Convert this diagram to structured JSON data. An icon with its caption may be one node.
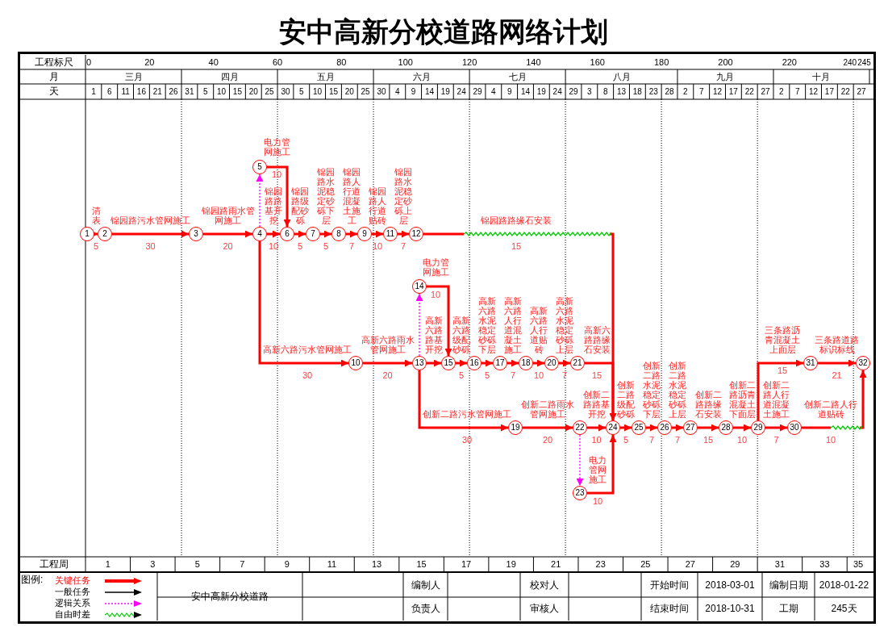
{
  "diagram": {
    "title": "安中高新分校道路网络计划",
    "nodes": [
      {
        "text": [
          "1"
        ]
      },
      {
        "text": [
          "2"
        ]
      },
      {
        "text": [
          "3"
        ]
      },
      {
        "text": [
          "4"
        ]
      },
      {
        "text": [
          "5"
        ]
      },
      {
        "text": [
          "6"
        ]
      },
      {
        "text": [
          "7"
        ]
      },
      {
        "text": [
          "8"
        ]
      },
      {
        "text": [
          "9"
        ]
      },
      {
        "text": [
          "10"
        ]
      },
      {
        "text": [
          "11"
        ]
      },
      {
        "text": [
          "12"
        ]
      },
      {
        "text": [
          "13"
        ]
      },
      {
        "text": [
          "14"
        ]
      },
      {
        "text": [
          "15"
        ]
      },
      {
        "text": [
          "16"
        ]
      },
      {
        "text": [
          "17"
        ]
      },
      {
        "text": [
          "18"
        ]
      },
      {
        "text": [
          "19"
        ]
      },
      {
        "text": [
          "20"
        ]
      },
      {
        "text": [
          "21"
        ]
      },
      {
        "text": [
          "22"
        ]
      },
      {
        "text": [
          "23"
        ]
      },
      {
        "text": [
          "24"
        ]
      },
      {
        "text": [
          "25"
        ]
      },
      {
        "text": [
          "26"
        ]
      },
      {
        "text": [
          "27"
        ]
      },
      {
        "text": [
          "28"
        ]
      },
      {
        "text": [
          "29"
        ]
      },
      {
        "text": [
          "30"
        ]
      },
      {
        "text": [
          "31"
        ]
      },
      {
        "text": [
          "32"
        ]
      }
    ],
    "edges": [
      {
        "from": 0,
        "to": 1,
        "arrow": "to",
        "label": "清表"
      },
      {
        "from": 1,
        "to": 2,
        "arrow": "to",
        "label": "锦园路污水管网施工"
      },
      {
        "from": 2,
        "to": 3,
        "arrow": "to",
        "label": "锦园路雨水管网施工"
      },
      {
        "from": 3,
        "to": 4,
        "arrow": "to",
        "style": "dashed",
        "color": "#ff00ff"
      },
      {
        "from": 3,
        "to": 5,
        "arrow": "to",
        "label": "锦园路路基开挖"
      },
      {
        "from": 4,
        "to": 5,
        "arrow": "to",
        "label": "电力管网施工"
      },
      {
        "from": 5,
        "to": 6,
        "arrow": "to",
        "label": "锦园路级配砂砾"
      },
      {
        "from": 6,
        "to": 7,
        "arrow": "to",
        "label": "锦园路水泥稳定砂砾下层"
      },
      {
        "from": 7,
        "to": 8,
        "arrow": "to",
        "label": "锦园路人行道混凝土施工"
      },
      {
        "from": 8,
        "to": 10,
        "arrow": "to",
        "label": "锦园路人行道贴砖"
      },
      {
        "from": 10,
        "to": 11,
        "arrow": "to",
        "label": "锦园路水泥稳定砂砾上层"
      },
      {
        "from": 11,
        "to": 23,
        "arrow": "to",
        "label": "锦园路路缘石安装"
      },
      {
        "from": 3,
        "to": 9,
        "arrow": "to",
        "label": "高新六路污水管网施工"
      },
      {
        "from": 9,
        "to": 12,
        "arrow": "to",
        "label": "高新六路雨水管网施工"
      },
      {
        "from": 12,
        "to": 13,
        "arrow": "to",
        "style": "dashed",
        "color": "#ff00ff"
      },
      {
        "from": 12,
        "to": 14,
        "arrow": "to",
        "label": "高新六路路基开挖"
      },
      {
        "from": 13,
        "to": 14,
        "arrow": "to",
        "label": "电力管网施工"
      },
      {
        "from": 14,
        "to": 15,
        "arrow": "to",
        "label": "高新六路级配砂砾"
      },
      {
        "from": 15,
        "to": 16,
        "arrow": "to",
        "label": "高新六路水泥稳定砂砾下层"
      },
      {
        "from": 16,
        "to": 17,
        "arrow": "to",
        "label": "高新六路人行道混凝土施工"
      },
      {
        "from": 17,
        "to": 19,
        "arrow": "to",
        "label": "高新六路人行道贴砖"
      },
      {
        "from": 19,
        "to": 20,
        "arrow": "to",
        "label": "高新六路水泥稳定砂砾上层"
      },
      {
        "from": 20,
        "to": 23,
        "arrow": "to",
        "label": "高新六路路缘石安装"
      },
      {
        "from": 12,
        "to": 18,
        "arrow": "to",
        "label": "创新二路污水管网施工"
      },
      {
        "from": 18,
        "to": 21,
        "arrow": "to",
        "label": "创新二路雨水管网施工"
      },
      {
        "from": 21,
        "to": 22,
        "arrow": "to",
        "style": "dashed",
        "color": "#ff00ff"
      },
      {
        "from": 21,
        "to": 23,
        "arrow": "to",
        "label": "创新二路路基开挖"
      },
      {
        "from": 22,
        "to": 23,
        "arrow": "to",
        "label": "电力管网施工"
      },
      {
        "from": 23,
        "to": 24,
        "arrow": "to",
        "label": "创新二路级配砂砾"
      },
      {
        "from": 24,
        "to": 25,
        "arrow": "to",
        "label": "创新二路水泥稳定砂砾下层"
      },
      {
        "from": 25,
        "to": 26,
        "arrow": "to",
        "label": "创新二路水泥稳定砂砾上层"
      },
      {
        "from": 26,
        "to": 27,
        "arrow": "to",
        "label": "创新二路路缘石安装"
      },
      {
        "from": 27,
        "to": 28,
        "arrow": "to",
        "label": "创新二路沥青混凝土下面层"
      },
      {
        "from": 28,
        "to": 29,
        "arrow": "to",
        "label": "创新二路人行道混凝土施工"
      },
      {
        "from": 28,
        "to": 30,
        "arrow": "to",
        "label": "三条路沥青混凝土上面层"
      },
      {
        "from": 29,
        "to": 31,
        "arrow": "to",
        "label": "创新二路人行道贴砖"
      },
      {
        "from": 30,
        "to": 31,
        "arrow": "to",
        "label": "三条路道路标识标线"
      }
    ],
    "labels": [
      "工程标尺",
      "0",
      "20",
      "40",
      "60",
      "80",
      "100",
      "120",
      "140",
      "160",
      "180",
      "200",
      "220",
      "240",
      "245",
      "月",
      "三月",
      "四月",
      "五月",
      "六月",
      "七月",
      "八月",
      "九月",
      "十月",
      "天",
      "1",
      "6",
      "11",
      "16",
      "21",
      "26",
      "31",
      "5",
      "10",
      "15",
      "20",
      "25",
      "30",
      "5",
      "10",
      "15",
      "20",
      "25",
      "30",
      "4",
      "9",
      "14",
      "19",
      "24",
      "29",
      "4",
      "9",
      "14",
      "19",
      "24",
      "29",
      "3",
      "8",
      "13",
      "18",
      "23",
      "28",
      "2",
      "7",
      "12",
      "17",
      "22",
      "27",
      "2",
      "7",
      "12",
      "17",
      "22",
      "27",
      "10",
      "5",
      "30",
      "20",
      "10",
      "5",
      "5",
      "7",
      "10",
      "7",
      "15",
      "10",
      "30",
      "20",
      "5",
      "5",
      "7",
      "10",
      "7",
      "15",
      "15",
      "21",
      "30",
      "20",
      "10",
      "5",
      "7",
      "7",
      "15",
      "10",
      "7",
      "10",
      "10",
      "工程周",
      "1",
      "3",
      "5",
      "7",
      "9",
      "11",
      "13",
      "15",
      "17",
      "19",
      "21",
      "23",
      "25",
      "27",
      "29",
      "31",
      "33",
      "35",
      "图例:",
      "安中高新分校道路",
      "编制人",
      "校对人",
      "开始时间",
      "2018-03-01",
      "编制日期",
      "2018-01-22",
      "负责人",
      "审核人",
      "结束时间",
      "2018-10-31",
      "工期",
      "245天"
    ],
    "legend": [
      {
        "text": "关键任务"
      },
      {
        "text": "一般任务"
      },
      {
        "text": "逻辑关系"
      },
      {
        "text": "自由时差"
      }
    ]
  }
}
